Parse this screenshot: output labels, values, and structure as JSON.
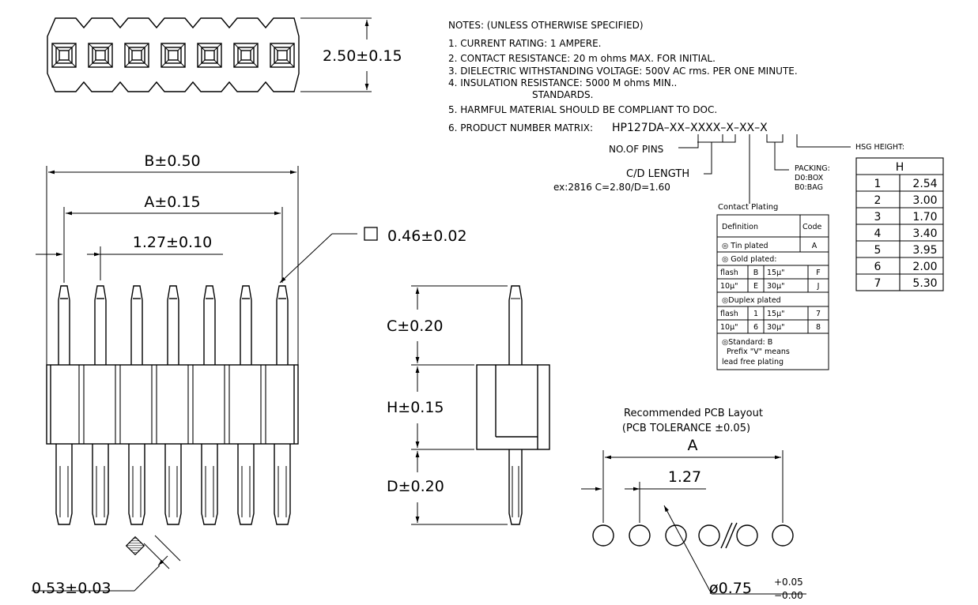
{
  "notes": {
    "header": "NOTES: (UNLESS OTHERWISE SPECIFIED)",
    "items": [
      "1. CURRENT RATING: 1 AMPERE.",
      "2. CONTACT RESISTANCE: 20 m ohms MAX. FOR INITIAL.",
      "3. DIELECTRIC WITHSTANDING VOLTAGE: 500V AC rms. PER ONE MINUTE.",
      "4. INSULATION RESISTANCE: 5000 M ohms MIN..",
      "STANDARDS.",
      "5. HARMFUL MATERIAL SHOULD BE COMPLIANT TO DOC.",
      "6. PRODUCT NUMBER MATRIX:"
    ],
    "part_number": "HP127DA–XX–XXXX–X–XX–X"
  },
  "matrix_labels": {
    "pins": "NO.OF PINS",
    "cd_length": "C/D LENGTH",
    "cd_example": "ex:2816  C=2.80/D=1.60",
    "packing_title": "PACKING:",
    "packing_box": "D0:BOX",
    "packing_bag": "B0:BAG",
    "hsg_height": "HSG HEIGHT:"
  },
  "hsg_table": {
    "header": "H",
    "rows": [
      [
        "1",
        "2.54"
      ],
      [
        "2",
        "3.00"
      ],
      [
        "3",
        "1.70"
      ],
      [
        "4",
        "3.40"
      ],
      [
        "5",
        "3.95"
      ],
      [
        "6",
        "2.00"
      ],
      [
        "7",
        "5.30"
      ]
    ]
  },
  "plating_table": {
    "title": "Contact Plating",
    "col_definition": "Definition",
    "col_code": "Code",
    "tin": "◎ Tin plated",
    "tin_code": "A",
    "gold": "◎ Gold plated:",
    "gold_r1": [
      "flash",
      "B",
      "15μ\"",
      "F"
    ],
    "gold_r2": [
      "10μ\"",
      "E",
      "30μ\"",
      "J"
    ],
    "duplex": "◎Duplex plated",
    "duplex_r1": [
      "flash",
      "1",
      "15μ\"",
      "7"
    ],
    "duplex_r2": [
      "10μ\"",
      "6",
      "30μ\"",
      "8"
    ],
    "standard_1": "◎Standard: B",
    "standard_2": "Prefix \"V\" means",
    "standard_3": "lead free plating"
  },
  "dimensions": {
    "top_height": "2.50±0.15",
    "b": "B±0.50",
    "a": "A±0.15",
    "pitch": "1.27±0.10",
    "pin_square": "0.46±0.02",
    "pin_diag": "0.53±0.03",
    "c": "C±0.20",
    "h": "H±0.15",
    "d": "D±0.20"
  },
  "pcb": {
    "title": "Recommended PCB Layout",
    "tolerance": "(PCB TOLERANCE ±0.05)",
    "a": "A",
    "pitch": "1.27",
    "hole": "ø0.75",
    "hole_plus": "+0.05",
    "hole_minus": "−0.00"
  }
}
